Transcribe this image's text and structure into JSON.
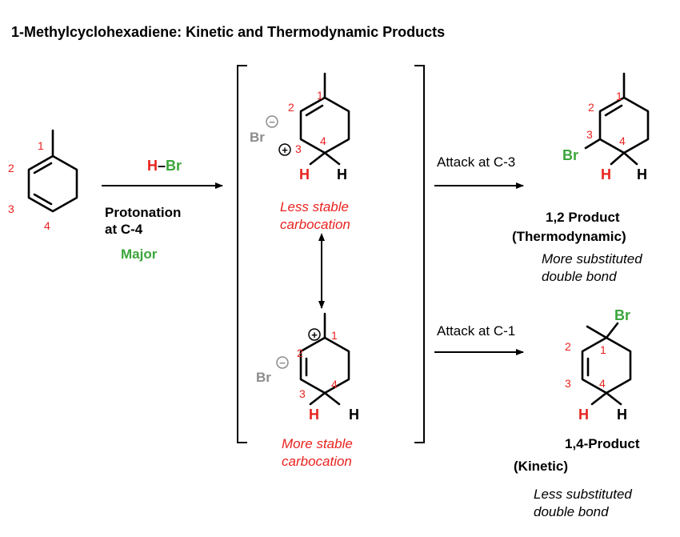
{
  "title": "1-Methylcyclohexadiene: Kinetic and Thermodynamic Products",
  "colors": {
    "red": "#e8231f",
    "green": "#3aa53a",
    "grey": "#8c8c8c",
    "black": "#000000"
  },
  "atom_numbers": {
    "n1": "1",
    "n2": "2",
    "n3": "3",
    "n4": "4"
  },
  "atoms": {
    "H": "H",
    "Br": "Br",
    "dash": "–",
    "plus": "+",
    "minus": "−"
  },
  "step1": {
    "reagent_h": "H",
    "reagent_br": "Br",
    "label_line1": "Protonation",
    "label_line2": "at C-4",
    "major": "Major"
  },
  "intermediates": {
    "top_note_line1": "Less stable",
    "top_note_line2": "carbocation",
    "bottom_note_line1": "More stable",
    "bottom_note_line2": "carbocation"
  },
  "pathways": {
    "top_attack": "Attack at C-3",
    "bottom_attack": "Attack at C-1"
  },
  "products": {
    "top_name": "1,2 Product",
    "top_type": "(Thermodynamic)",
    "top_note_line1": "More substituted",
    "top_note_line2": "double bond",
    "bottom_name": "1,4-Product",
    "bottom_type": "(Kinetic)",
    "bottom_note_line1": "Less substituted",
    "bottom_note_line2": "double bond"
  }
}
